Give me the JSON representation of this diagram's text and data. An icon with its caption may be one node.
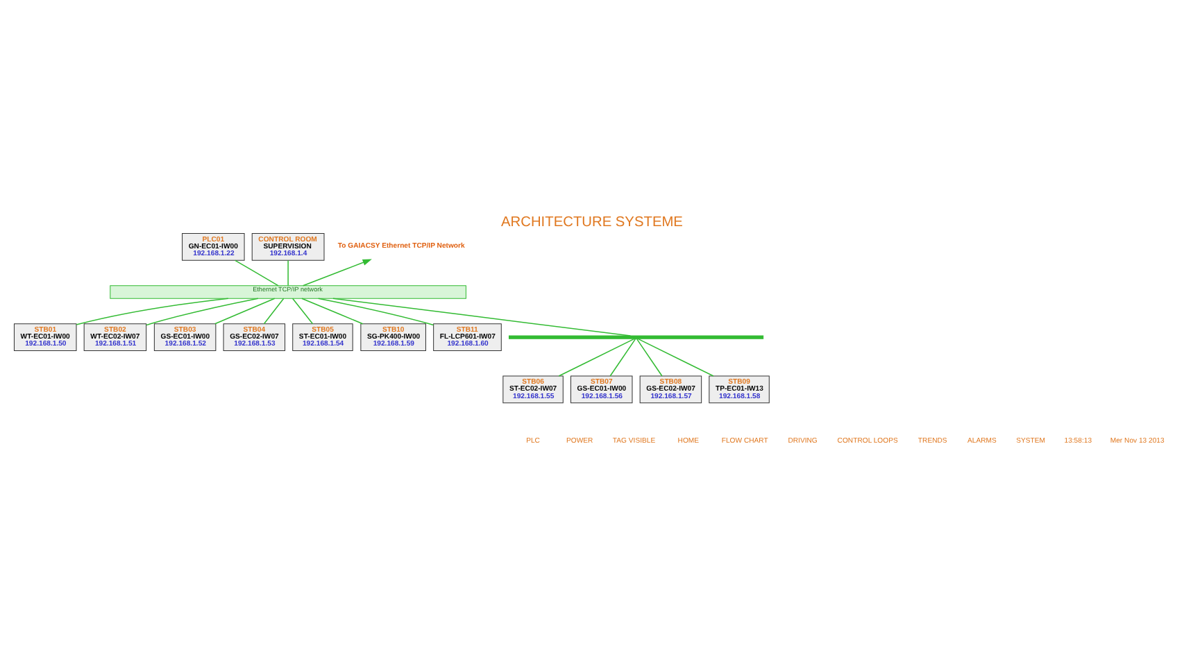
{
  "diagram": {
    "title": "ARCHITECTURE SYSTEME",
    "nodes": [
      {
        "text": [
          "PLC01",
          "GN-EC01-IW00",
          "192.168.1.22"
        ]
      },
      {
        "text": [
          "CONTROL ROOM",
          "SUPERVISION",
          "192.168.1.4"
        ]
      },
      {
        "text": [
          "To GAIACSY Ethernet TCP/IP Network"
        ]
      },
      {
        "text": [
          "Ethernet TCP/IP network"
        ]
      },
      {
        "text": [
          "STB01",
          "WT-EC01-IW00",
          "192.168.1.50"
        ]
      },
      {
        "text": [
          "STB02",
          "WT-EC02-IW07",
          "192.168.1.51"
        ]
      },
      {
        "text": [
          "STB03",
          "GS-EC01-IW00",
          "192.168.1.52"
        ]
      },
      {
        "text": [
          "STB04",
          "GS-EC02-IW07",
          "192.168.1.53"
        ]
      },
      {
        "text": [
          "STB05",
          "ST-EC01-IW00",
          "192.168.1.54"
        ]
      },
      {
        "text": [
          "STB10",
          "SG-PK400-IW00",
          "192.168.1.59"
        ]
      },
      {
        "text": [
          "STB11",
          "FL-LCP601-IW07",
          "192.168.1.60"
        ]
      },
      {
        "text": [],
        "shape": "bar"
      },
      {
        "text": [
          "STB06",
          "ST-EC02-IW07",
          "192.168.1.55"
        ]
      },
      {
        "text": [
          "STB07",
          "GS-EC01-IW00",
          "192.168.1.56"
        ]
      },
      {
        "text": [
          "STB08",
          "GS-EC02-IW07",
          "192.168.1.57"
        ]
      },
      {
        "text": [
          "STB09",
          "TP-EC01-IW13",
          "192.168.1.58"
        ]
      }
    ],
    "edges": [
      {
        "from": 0,
        "to": 3,
        "arrow": "none"
      },
      {
        "from": 1,
        "to": 3,
        "arrow": "none"
      },
      {
        "from": 3,
        "to": 2,
        "arrow": "to"
      },
      {
        "from": 3,
        "to": 4,
        "arrow": "none"
      },
      {
        "from": 3,
        "to": 5,
        "arrow": "none"
      },
      {
        "from": 3,
        "to": 6,
        "arrow": "none"
      },
      {
        "from": 3,
        "to": 7,
        "arrow": "none"
      },
      {
        "from": 3,
        "to": 8,
        "arrow": "none"
      },
      {
        "from": 3,
        "to": 9,
        "arrow": "none"
      },
      {
        "from": 3,
        "to": 10,
        "arrow": "none"
      },
      {
        "from": 3,
        "to": 11,
        "arrow": "none"
      },
      {
        "from": 11,
        "to": 12,
        "arrow": "none"
      },
      {
        "from": 11,
        "to": 13,
        "arrow": "none"
      },
      {
        "from": 11,
        "to": 14,
        "arrow": "none"
      },
      {
        "from": 11,
        "to": 15,
        "arrow": "none"
      }
    ],
    "labels": [
      "PLC",
      "POWER",
      "TAG VISIBLE",
      "HOME",
      "FLOW CHART",
      "DRIVING",
      "CONTROL LOOPS",
      "TRENDS",
      "ALARMS",
      "SYSTEM",
      "13:58:13",
      "Mer Nov 13 2013"
    ]
  }
}
